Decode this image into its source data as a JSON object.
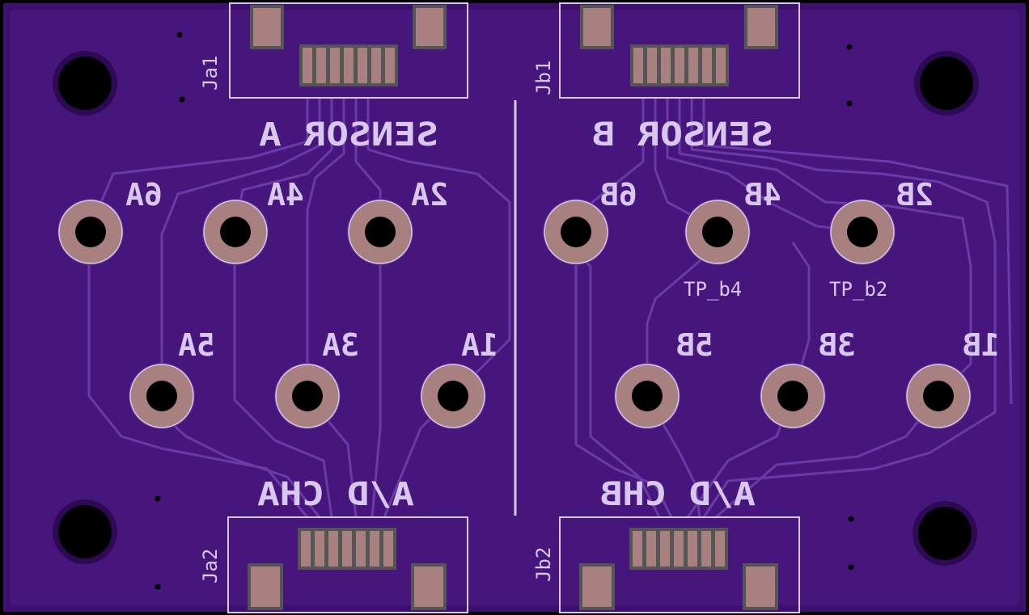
{
  "board": {
    "colors": {
      "substrate": "#3d0f6e",
      "mask": "#47167d",
      "copper_fill": "#4b1a84",
      "trace": "#6a3aa8",
      "pad": "#a98080",
      "silk": "#d9c8ee",
      "edge": "#000000"
    },
    "silk_labels": {
      "sensor_a": "SENSOR A",
      "sensor_b": "SENSOR B",
      "ad_cha": "A/D CHA",
      "ad_chb": "A/D CHB",
      "pin_6a": "6A",
      "pin_4a": "4A",
      "pin_2a": "2A",
      "pin_5a": "5A",
      "pin_3a": "3A",
      "pin_1a": "1A",
      "pin_6b": "6B",
      "pin_4b": "4B",
      "pin_2b": "2B",
      "pin_5b": "5B",
      "pin_3b": "3B",
      "pin_1b": "1B",
      "tp_b4": "TP_b4",
      "tp_b2": "TP_b2"
    },
    "connectors": {
      "ja1": "Ja1",
      "jb1": "Jb1",
      "ja2": "Ja2",
      "jb2": "Jb2"
    }
  }
}
